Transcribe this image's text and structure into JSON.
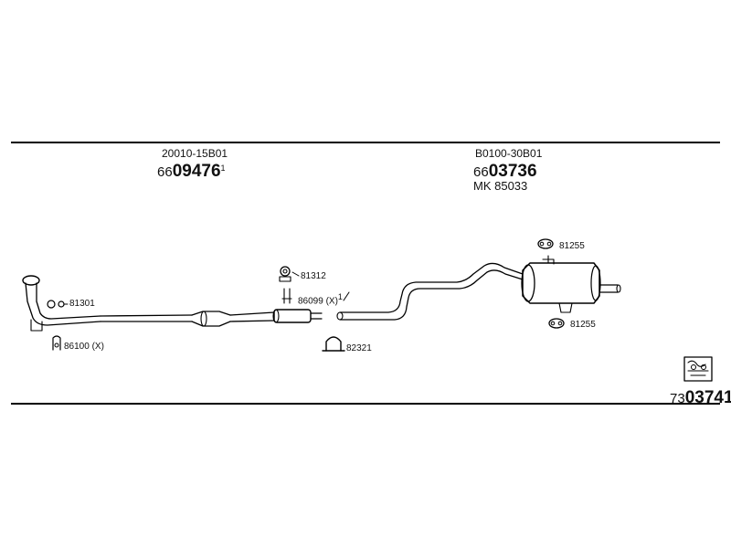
{
  "front_section": {
    "oem_code": "20010-15B01",
    "part_prefix": "66",
    "part_number_bold": "09476",
    "part_superscript": "1"
  },
  "rear_section": {
    "oem_code": "B0100-30B01",
    "part_prefix": "66",
    "part_number_bold": "03736",
    "mounting_kit": "MK  85033"
  },
  "components": {
    "gasket_front_pipe": "81301",
    "clamp_front_pipe": "86100 (X)",
    "gasket_mid": "81312",
    "clamp_mid": "86099 (X)",
    "clamp_mid_superscript": "1",
    "u_clamp": "82321",
    "rubber_mount_top": "81255",
    "rubber_mount_bottom": "81255"
  },
  "reference": {
    "prefix": "73",
    "number_bold": "03741"
  },
  "icons": {
    "kit": "exhaust-kit-icon"
  }
}
